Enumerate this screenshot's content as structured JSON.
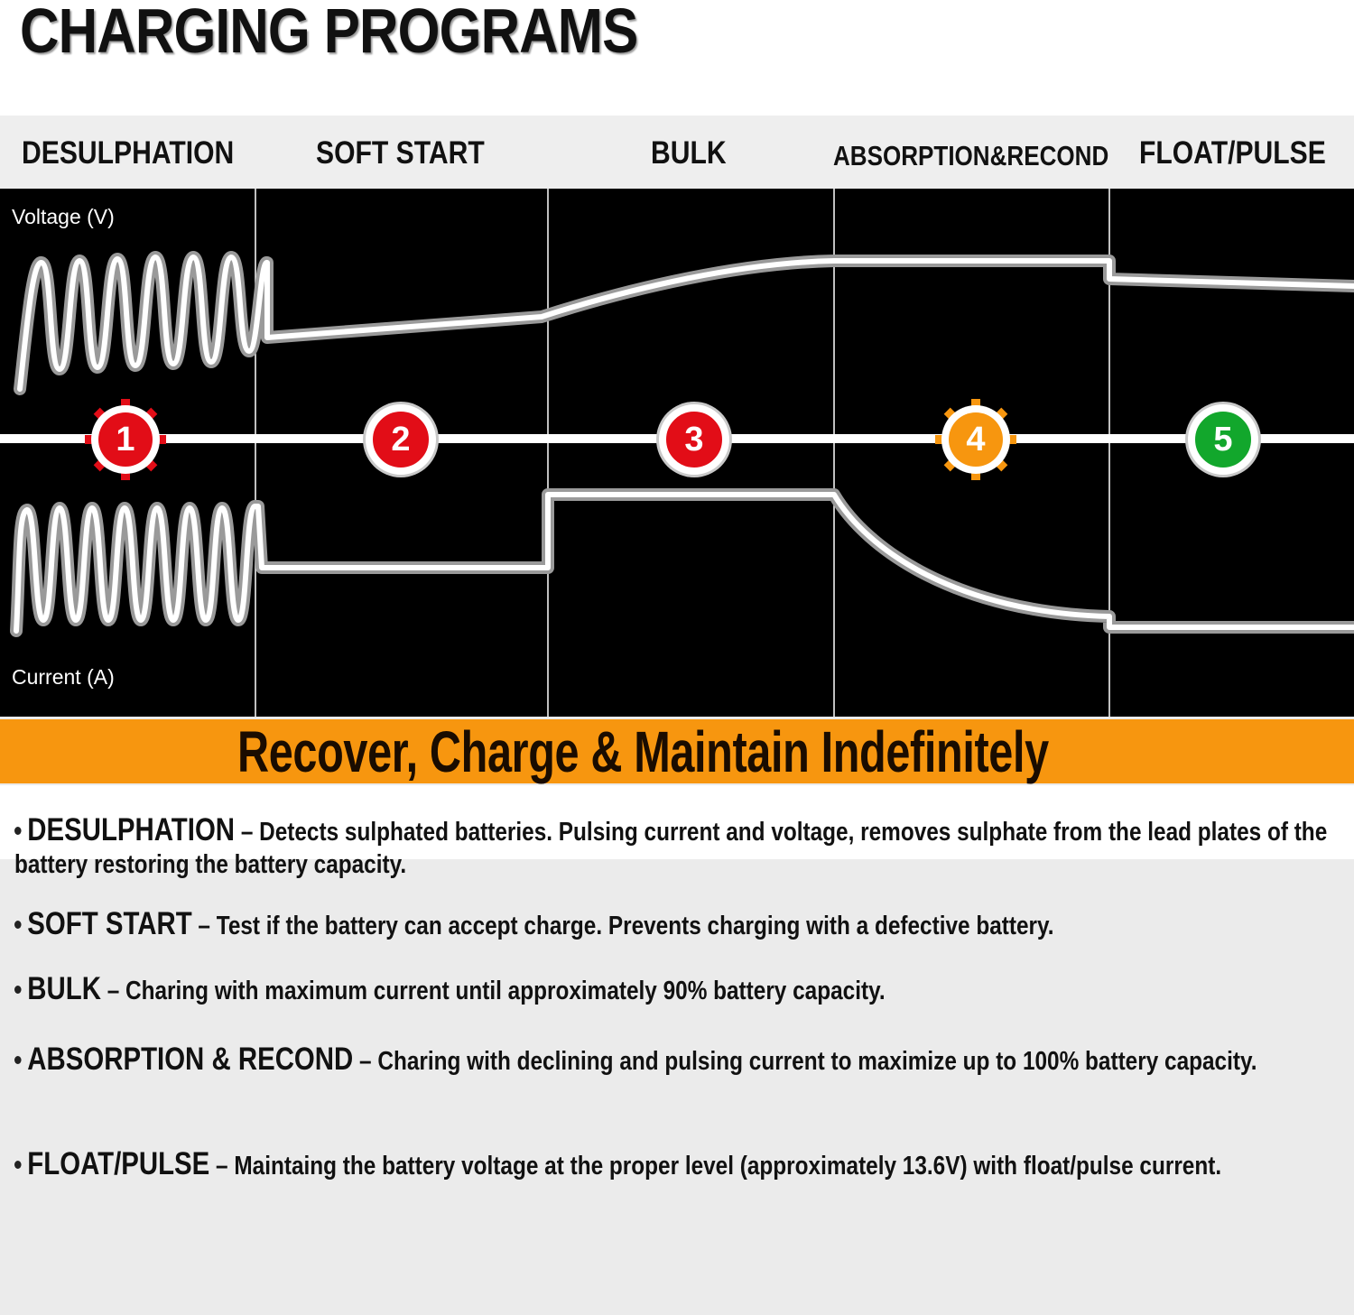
{
  "title": "CHARGING PROGRAMS",
  "stages": [
    {
      "label": "DESULPHATION",
      "number": "1",
      "badge_color": "#e20d17"
    },
    {
      "label": "SOFT START",
      "number": "2",
      "badge_color": "#e20d17"
    },
    {
      "label": "BULK",
      "number": "3",
      "badge_color": "#e20d17"
    },
    {
      "label": "ABSORPTION&RECOND",
      "number": "4",
      "badge_color": "#f7960f"
    },
    {
      "label": "FLOAT/PULSE",
      "number": "5",
      "badge_color": "#12a72c"
    }
  ],
  "diagram": {
    "voltage_label": "Voltage (V)",
    "current_label": "Current (A)"
  },
  "banner": "Recover, Charge & Maintain Indefinitely",
  "descriptions": [
    {
      "term": "DESULPHATION",
      "text": "Detects sulphated batteries. Pulsing current and voltage, removes sulphate from the lead plates of the battery restoring the battery capacity."
    },
    {
      "term": "SOFT START",
      "text": "Test if the battery can accept charge. Prevents charging with a defective battery."
    },
    {
      "term": "BULK",
      "text": "Charing with maximum current until approximately 90% battery capacity."
    },
    {
      "term": "ABSORPTION & RECOND",
      "text": "Charing with declining and pulsing current to maximize up to 100% battery capacity."
    },
    {
      "term": "FLOAT/PULSE",
      "text": "Maintaing the battery voltage at the proper level (approximately 13.6V) with float/pulse current."
    }
  ],
  "colors": {
    "accent_orange": "#f7960f",
    "red": "#e20d17",
    "green": "#12a72c"
  }
}
